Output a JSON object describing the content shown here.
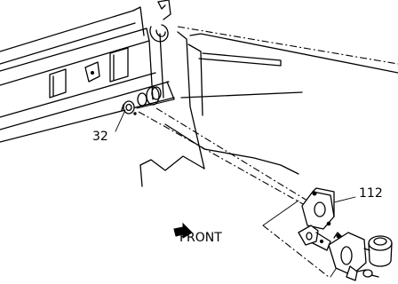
{
  "labels": {
    "part_32": "32",
    "part_112": "112",
    "direction": "FRONT"
  }
}
